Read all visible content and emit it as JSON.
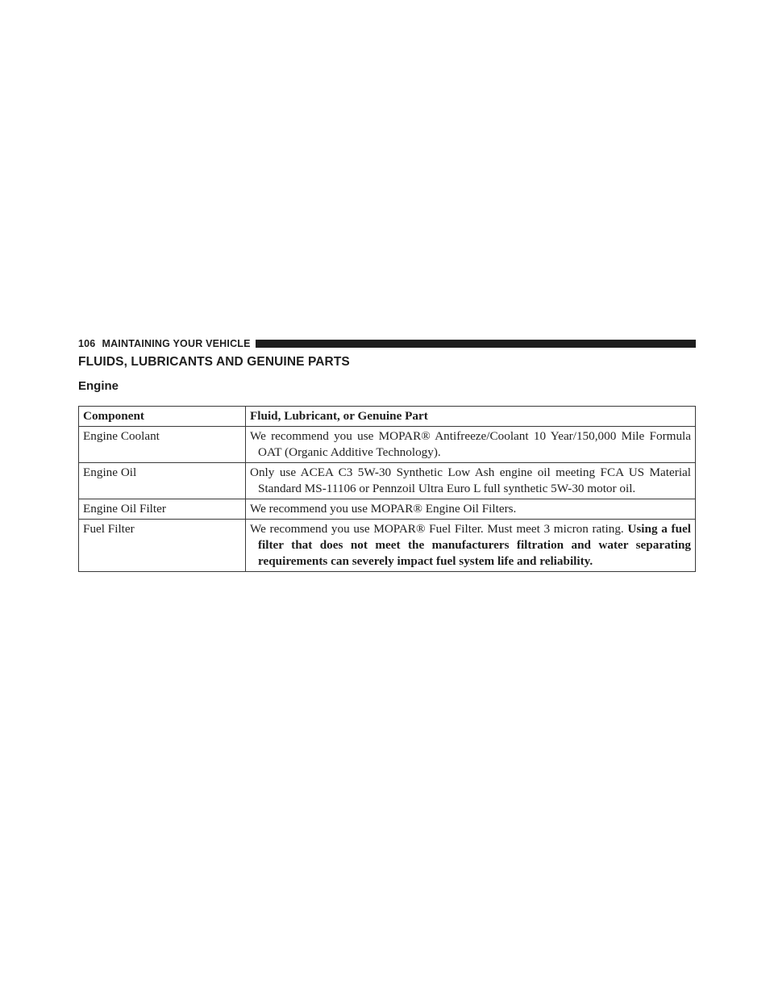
{
  "header": {
    "page_number": "106",
    "section_title": "MAINTAINING YOUR VEHICLE"
  },
  "heading": "FLUIDS, LUBRICANTS AND GENUINE PARTS",
  "subheading": "Engine",
  "table": {
    "columns": [
      "Component",
      "Fluid, Lubricant, or Genuine Part"
    ],
    "rows": [
      {
        "component": "Engine Coolant",
        "text": "We recommend you use MOPAR® Antifreeze/Coolant 10 Year/150,000 Mile Formula OAT (Organic Additive Technology).",
        "bold": ""
      },
      {
        "component": "Engine Oil",
        "text": "Only use ACEA C3 5W-30 Synthetic Low Ash engine oil meeting FCA US Material Standard MS-11106 or Pennzoil Ultra Euro L full synthetic 5W-30 motor oil.",
        "bold": ""
      },
      {
        "component": "Engine Oil Filter",
        "text": "We recommend you use MOPAR® Engine Oil Filters.",
        "bold": ""
      },
      {
        "component": "Fuel Filter",
        "text": "We recommend you use MOPAR® Fuel Filter. Must meet 3 micron rating.",
        "bold": "Using a fuel filter that does not meet the manufacturers filtration and water separating requirements can severely impact fuel system life and reliability."
      }
    ]
  },
  "colors": {
    "text": "#1e1e1e",
    "rule": "#1e1e1e",
    "border": "#3a3a3a",
    "background": "#ffffff"
  }
}
